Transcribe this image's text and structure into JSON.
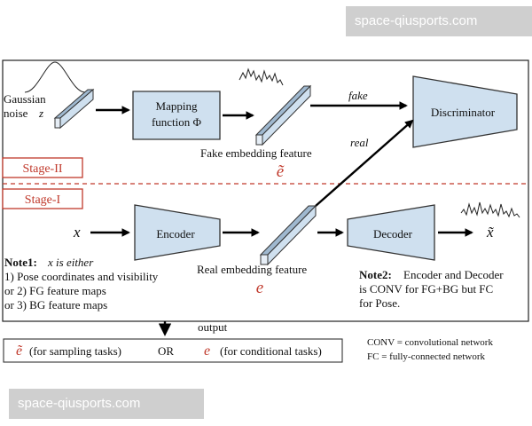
{
  "watermark": {
    "text": "space-qiusports.com"
  },
  "stage2": {
    "label": "Stage-II"
  },
  "stage1": {
    "label": "Stage-I"
  },
  "gaussian": {
    "line1": "Gaussian",
    "line2": "noise",
    "symbol": "z"
  },
  "mapping": {
    "line1": "Mapping",
    "line2": "function Φ"
  },
  "fake_embedding": {
    "label": "Fake embedding feature",
    "symbol": "ẽ"
  },
  "real_embedding": {
    "label": "Real embedding feature",
    "symbol": "e"
  },
  "discriminator": {
    "label": "Discriminator"
  },
  "encoder": {
    "label": "Encoder"
  },
  "decoder": {
    "label": "Decoder"
  },
  "input": {
    "symbol": "x"
  },
  "output_symbol": "x̃",
  "edge_fake": "fake",
  "edge_real": "real",
  "note1": {
    "title": "Note1:",
    "rest": "x is either",
    "lines": [
      "1) Pose coordinates and visibility",
      "or 2) FG feature maps",
      "or 3) BG feature maps"
    ]
  },
  "note2": {
    "title": "Note2:",
    "line1": "Encoder and Decoder",
    "line2": "is CONV for FG+BG but FC",
    "line3": "for Pose."
  },
  "output_label": "output",
  "result": {
    "left_symbol": "ẽ",
    "left_text": "(for sampling tasks)",
    "or": "OR",
    "right_symbol": "e",
    "right_text": "(for conditional tasks)"
  },
  "legend": {
    "conv": "CONV = convolutional network",
    "fc": "FC = fully-connected network"
  },
  "colors": {
    "block_fill": "#cfe0ef",
    "stage_red": "#c0392b"
  }
}
